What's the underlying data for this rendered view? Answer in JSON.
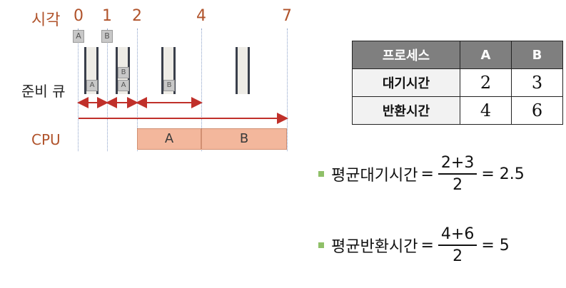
{
  "timeline": {
    "time_label": "시각",
    "times": [
      "0",
      "1",
      "2",
      "4",
      "7"
    ],
    "arrivals": [
      "A",
      "B"
    ],
    "queue_label": "준비 큐",
    "queue_items": {
      "t0": [
        "A"
      ],
      "t1": [
        "B",
        "A"
      ],
      "t2": [
        "B"
      ],
      "t4": []
    },
    "cpu_label": "CPU",
    "cpu_blocks": [
      "A",
      "B"
    ]
  },
  "table": {
    "headers": [
      "프로세스",
      "A",
      "B"
    ],
    "rows": [
      {
        "label": "대기시간",
        "values": [
          "2",
          "3"
        ]
      },
      {
        "label": "반환시간",
        "values": [
          "4",
          "6"
        ]
      }
    ]
  },
  "formulas": {
    "avg_wait": {
      "label": "평균대기시간",
      "numerator": "2+3",
      "denominator": "2",
      "result": "2.5"
    },
    "avg_turnaround": {
      "label": "평균반환시간",
      "numerator": "4+6",
      "denominator": "2",
      "result": "5"
    }
  },
  "colors": {
    "accent": "#b0532b",
    "arrow": "#c0302a",
    "cpu_block": "#f3b79c",
    "bullet": "#8fc068"
  }
}
